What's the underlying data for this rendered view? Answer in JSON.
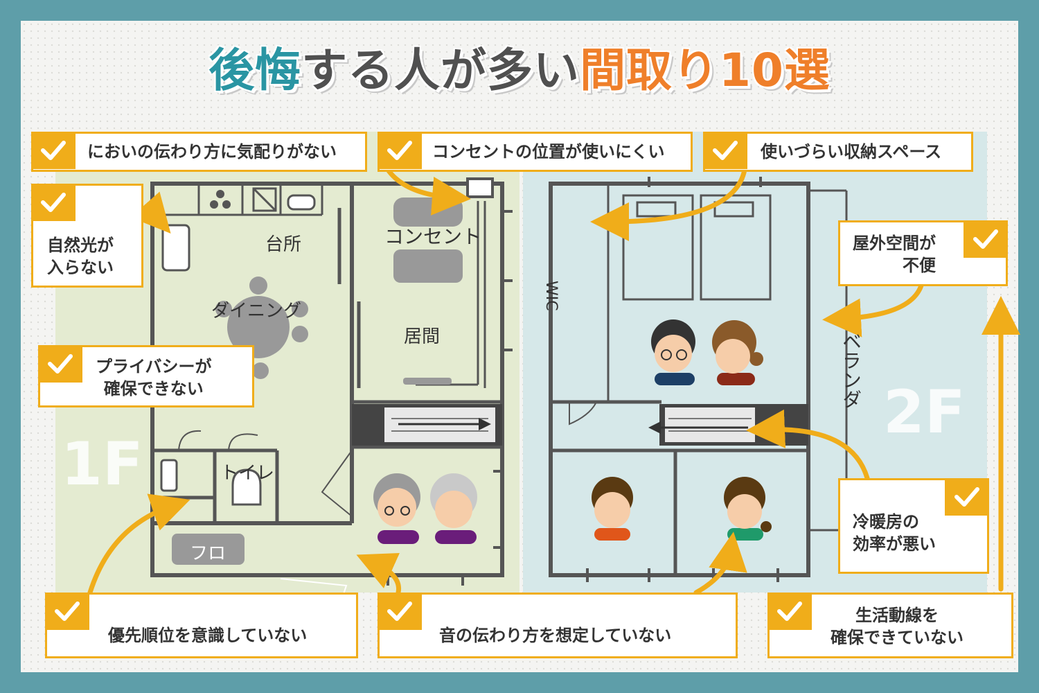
{
  "title": {
    "part1": "後悔",
    "part2": "する人が多い",
    "part3": "間取り10選"
  },
  "floors": {
    "first": "1F",
    "second": "2F"
  },
  "rooms": {
    "kitchen": "台所",
    "dining": "ダイニング",
    "living": "居間",
    "outlet": "コンセント",
    "toilet": "トイレ",
    "bath": "フロ",
    "wic": "WIC",
    "veranda": "ベランダ"
  },
  "callouts": {
    "smell": "においの伝わり方に気配りがない",
    "outlet_position": "コンセントの位置が使いにくい",
    "storage": "使いづらい収納スペース",
    "natural_light": "自然光が\n入らない",
    "outdoor_space": "屋外空間が\n不便",
    "privacy": "プライバシーが\n確保できない",
    "heating": "冷暖房の\n効率が悪い",
    "priority": "優先順位を意識していない",
    "sound": "音の伝わり方を想定していない",
    "flow": "生活動線を\n確保できていない"
  },
  "colors": {
    "frame": "#5e9ea9",
    "accent": "#f0ad1a",
    "title_blue": "#2a95a3",
    "title_orange": "#ef7f2a",
    "floor1_bg": "#e4ebd1",
    "floor2_bg": "#d6e8e9"
  }
}
